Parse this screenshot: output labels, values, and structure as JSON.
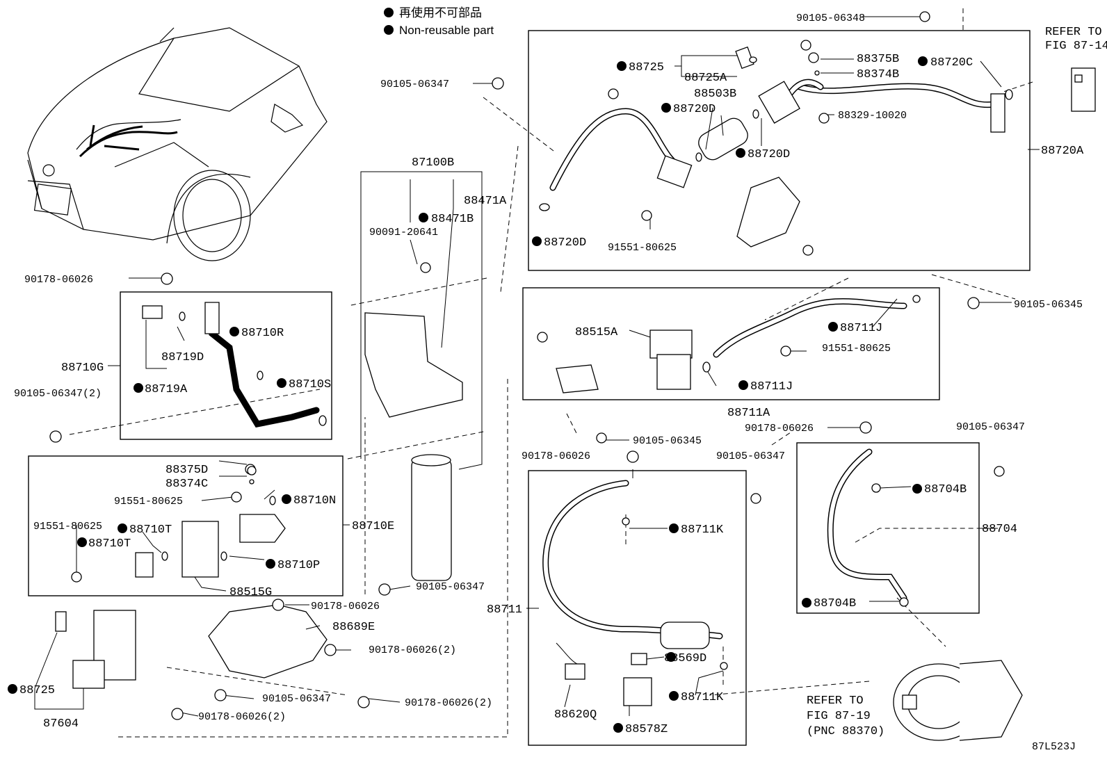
{
  "legend": {
    "jp": "再使用不可部品",
    "en": "Non-reusable part"
  },
  "figure_code": "87L523J",
  "refs": {
    "fig_87_14": [
      "REFER TO",
      "FIG 87-14"
    ],
    "fig_87_19": [
      "REFER TO",
      "FIG 87-19",
      "(PNC 88370)"
    ]
  },
  "labels": {
    "p90105_06348": "90105-06348",
    "p88375B": "88375B",
    "p88374B": "88374B",
    "p88720C": "88720C",
    "p88725": "88725",
    "p88725A": "88725A",
    "p88503B": "88503B",
    "p88720D_top": "88720D",
    "p88720D_mid": "88720D",
    "p88720D_left": "88720D",
    "p88329_10020": "88329-10020",
    "p88720A": "88720A",
    "p91551_80625_top": "91551-80625",
    "p90105_06345_right": "90105-06345",
    "p90105_06347_top": "90105-06347",
    "p87100B": "87100B",
    "p88471A": "88471A",
    "p88471B": "88471B",
    "p90091_20641": "90091-20641",
    "p90178_06026_top": "90178-06026",
    "p88710R": "88710R",
    "p88719D": "88719D",
    "p88710G": "88710G",
    "p88710S": "88710S",
    "p88719A": "88719A",
    "p90105_06347_2_left": "90105-06347(2)",
    "p88515A": "88515A",
    "p88711J_top": "88711J",
    "p91551_80625_mid": "91551-80625",
    "p88711J_bot": "88711J",
    "p88711A": "88711A",
    "p90178_06026_right": "90178-06026",
    "p90105_06347_right": "90105-06347",
    "p90105_06345_mid": "90105-06345",
    "p90178_06026_mid": "90178-06026",
    "p90105_06347_mid2": "90105-06347",
    "p88375D": "88375D",
    "p88374C": "88374C",
    "p91551_80625_left": "91551-80625",
    "p88710N": "88710N",
    "p91551_80625_left2": "91551-80625",
    "p88710T_a": "88710T",
    "p88710T_b": "88710T",
    "p88710E": "88710E",
    "p88710P": "88710P",
    "p88515G": "88515G",
    "p90105_06347_low": "90105-06347",
    "p88711K_top": "88711K",
    "p88704B_top": "88704B",
    "p88704": "88704",
    "p88704B_bot": "88704B",
    "p88711": "88711",
    "p90178_06026_low": "90178-06026",
    "p88689E": "88689E",
    "p90178_06026_2_a": "90178-06026(2)",
    "p88725_low": "88725",
    "p88569D": "88569D",
    "p88711K_bot": "88711K",
    "p90105_06347_bot": "90105-06347",
    "p90178_06026_2_b": "90178-06026(2)",
    "p87604": "87604",
    "p90178_06026_2_c": "90178-06026(2)",
    "p88620Q": "88620Q",
    "p88578Z": "88578Z"
  }
}
